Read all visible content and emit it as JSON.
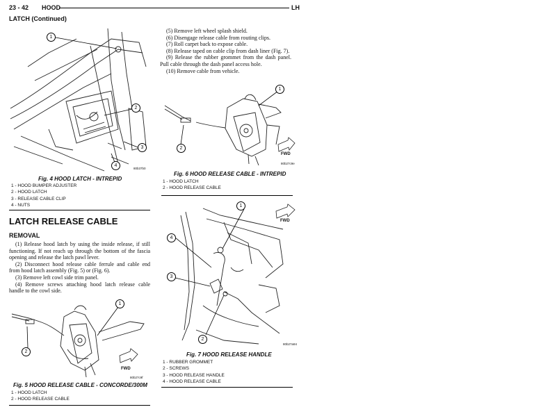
{
  "header": {
    "page_number": "23 - 42",
    "section": "HOOD",
    "variant": "LH",
    "subtitle": "LATCH (Continued)"
  },
  "fig4": {
    "caption": "Fig. 4 HOOD LATCH - INTREPID",
    "id": "80b37b0",
    "callouts": [
      "1",
      "2",
      "3",
      "4"
    ],
    "legend": [
      "1 - HOOD BUMPER ADJUSTER",
      "2 - HOOD LATCH",
      "3 - RELEASE CABLE CLIP",
      "4 - NUTS"
    ]
  },
  "section_title": "LATCH RELEASE CABLE",
  "removal": {
    "heading": "REMOVAL",
    "steps": [
      "(1) Release hood latch by using the inside release, if still functioning. If not reach up through the bottom of the fascia opening and release the latch pawl lever.",
      "(2) Disconnect hood release cable ferrule and cable end from hood latch assembly (Fig. 5) or (Fig. 6).",
      "(3) Remove left cowl side trim panel.",
      "(4) Remove screws attaching hood latch release cable handle to the cowl side."
    ]
  },
  "fig5": {
    "caption": "Fig. 5 HOOD RELEASE CABLE - CONCORDE/300M",
    "id": "80b27c9f",
    "fwd": "FWD",
    "callouts": [
      "1",
      "2"
    ],
    "legend": [
      "1 - HOOD LATCH",
      "2 - HOOD RELEASE CABLE"
    ]
  },
  "steps_right": [
    "(5) Remove left wheel splash shield.",
    "(6) Disengage release cable from routing clips.",
    "(7) Roll carpet back to expose cable.",
    "(8) Release taped on cable clip from dash liner (Fig. 7).",
    "(9) Release the rubber grommet from the dash panel. Pull cable through the dash panel access hole.",
    "(10) Remove cable from vehicle."
  ],
  "fig6": {
    "caption": "Fig. 6 HOOD RELEASE CABLE - INTREPID",
    "id": "80b27c9e",
    "fwd": "FWD",
    "callouts": [
      "1",
      "2"
    ],
    "legend": [
      "1 - HOOD LATCH",
      "2 - HOOD RELEASE CABLE"
    ]
  },
  "fig7": {
    "caption": "Fig. 7 HOOD RELEASE HANDLE",
    "id": "80b27a94",
    "fwd": "FWD",
    "callouts": [
      "1",
      "2",
      "3",
      "4"
    ],
    "legend": [
      "1 - RUBBER GROMMET",
      "2 - SCREWS",
      "3 - HOOD RELEASE HANDLE",
      "4 - HOOD RELEASE CABLE"
    ]
  }
}
